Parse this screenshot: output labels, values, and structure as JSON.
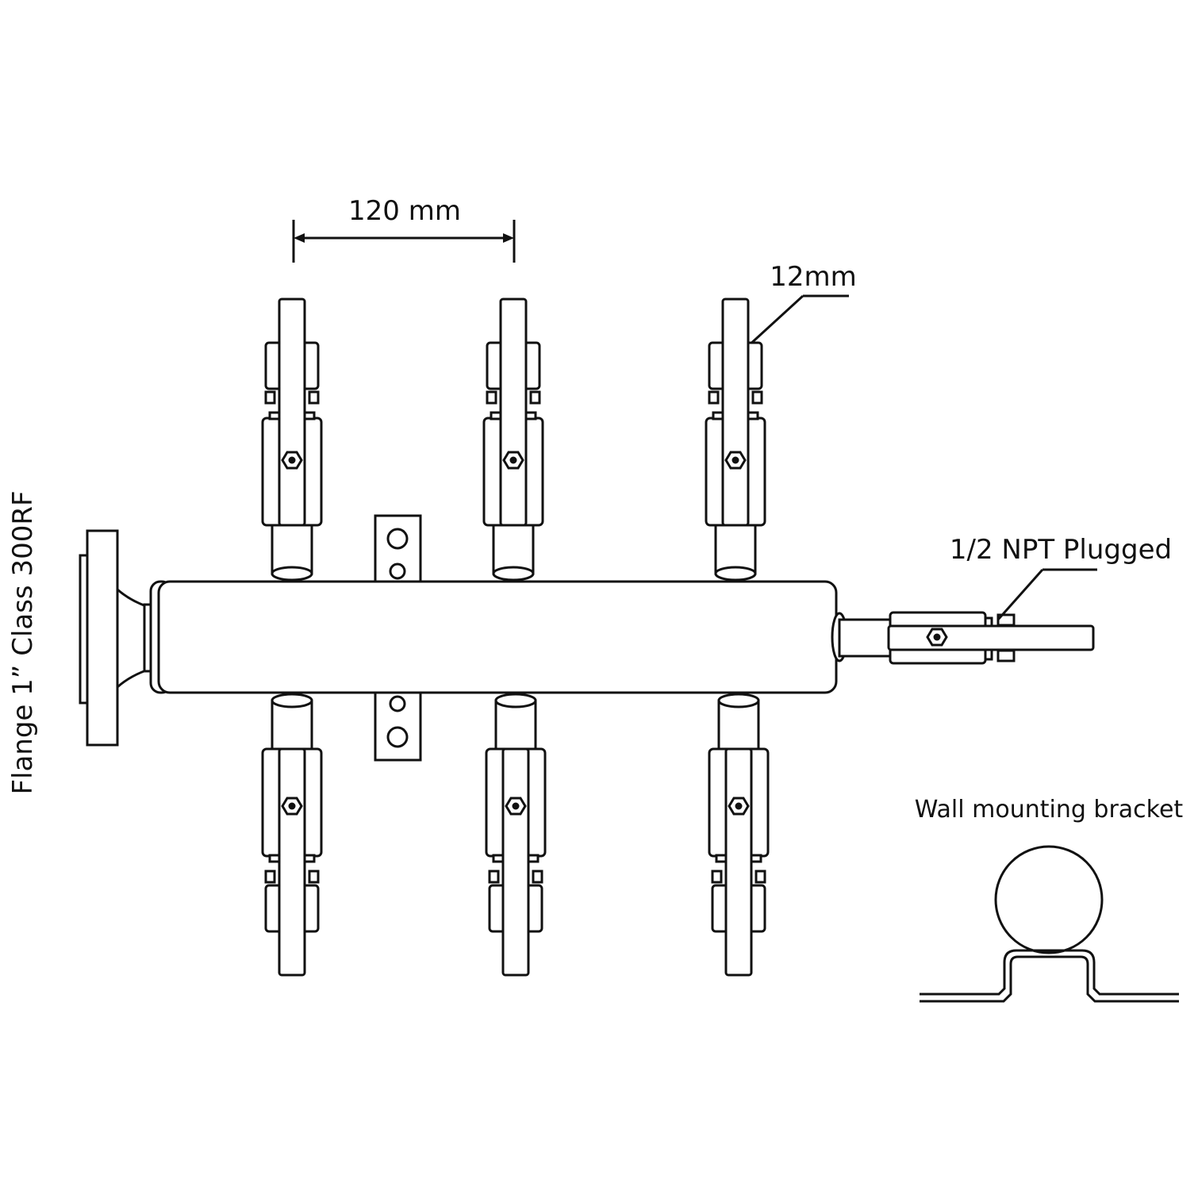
{
  "labels": {
    "spacing": "120 mm",
    "tube_size": "12mm",
    "end_port": "1/2 NPT Plugged",
    "flange": "Flange 1” Class 300RF",
    "bracket": "Wall mounting bracket"
  },
  "valves": {
    "top_row_count": 3,
    "bottom_row_count": 3
  },
  "colors": {
    "line": "#111111",
    "background": "#ffffff"
  }
}
